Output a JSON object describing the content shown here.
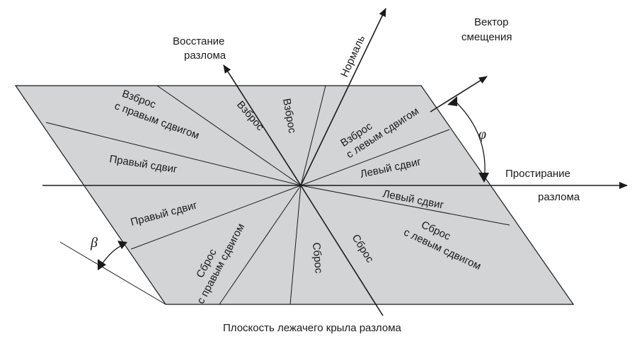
{
  "colors": {
    "plane_fill": "#d2d4d6",
    "line": "#1a1a1a",
    "background": "#ffffff"
  },
  "labels": {
    "uplift_line1": "Восстание",
    "uplift_line2": "разлома",
    "normal": "Нормаль",
    "displacement_line1": "Вектор",
    "displacement_line2": "смещения",
    "strike_line1": "Простирание",
    "strike_line2": "разлома",
    "footwall_plane": "Плоскость лежачего крыла разлома",
    "phi": "φ",
    "beta": "β"
  },
  "sectors": {
    "reverse_right_1": "Взброс",
    "reverse_right_2": "с правым сдвигом",
    "reverse_a": "Взброс",
    "reverse_b": "Взброс",
    "reverse_left_1": "Взброс",
    "reverse_left_2": "с левым сдвигом",
    "right_slip_upper": "Правый сдвиг",
    "left_slip_upper": "Левый сдвиг",
    "right_slip_lower": "Правый сдвиг",
    "left_slip_lower": "Левый сдвиг",
    "normal_right_1": "Сброс",
    "normal_right_2": "с правым сдвигом",
    "normal_a": "Сброс",
    "normal_b": "Сброс",
    "normal_left_1": "Сброс",
    "normal_left_2": "с левым сдвигом"
  }
}
